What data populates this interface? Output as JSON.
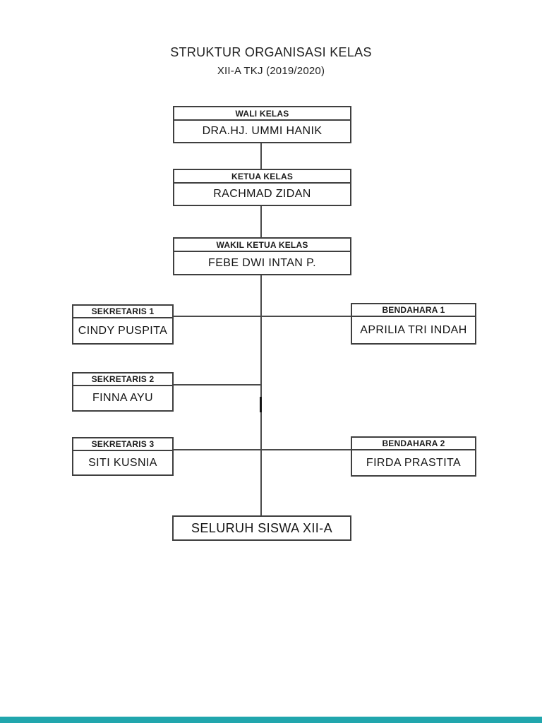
{
  "header": {
    "title": "STRUKTUR ORGANISASI KELAS",
    "subtitle": "XII-A TKJ (2019/2020)"
  },
  "org_chart": {
    "wali_kelas": {
      "role": "WALI KELAS",
      "name": "DRA.HJ. UMMI HANIK"
    },
    "ketua_kelas": {
      "role": "KETUA KELAS",
      "name": "RACHMAD ZIDAN"
    },
    "wakil_ketua_kelas": {
      "role": "WAKIL KETUA KELAS",
      "name": "FEBE DWI INTAN P."
    },
    "sekretaris_1": {
      "role": "SEKRETARIS 1",
      "name": "CINDY PUSPITA"
    },
    "sekretaris_2": {
      "role": "SEKRETARIS 2",
      "name": "FINNA AYU"
    },
    "sekretaris_3": {
      "role": "SEKRETARIS 3",
      "name": "SITI KUSNIA"
    },
    "bendahara_1": {
      "role": "BENDAHARA 1",
      "name": "APRILIA TRI INDAH"
    },
    "bendahara_2": {
      "role": "BENDAHARA 2",
      "name": "FIRDA PRASTITA"
    },
    "seluruh_siswa": {
      "label": "SELURUH SISWA XII-A"
    }
  },
  "colors": {
    "background": "#ffffff",
    "box_border": "#3f3f3f",
    "connector_line": "#4a4a4a",
    "text": "#1a1a1a",
    "footer_bar": "#21a6ad"
  }
}
